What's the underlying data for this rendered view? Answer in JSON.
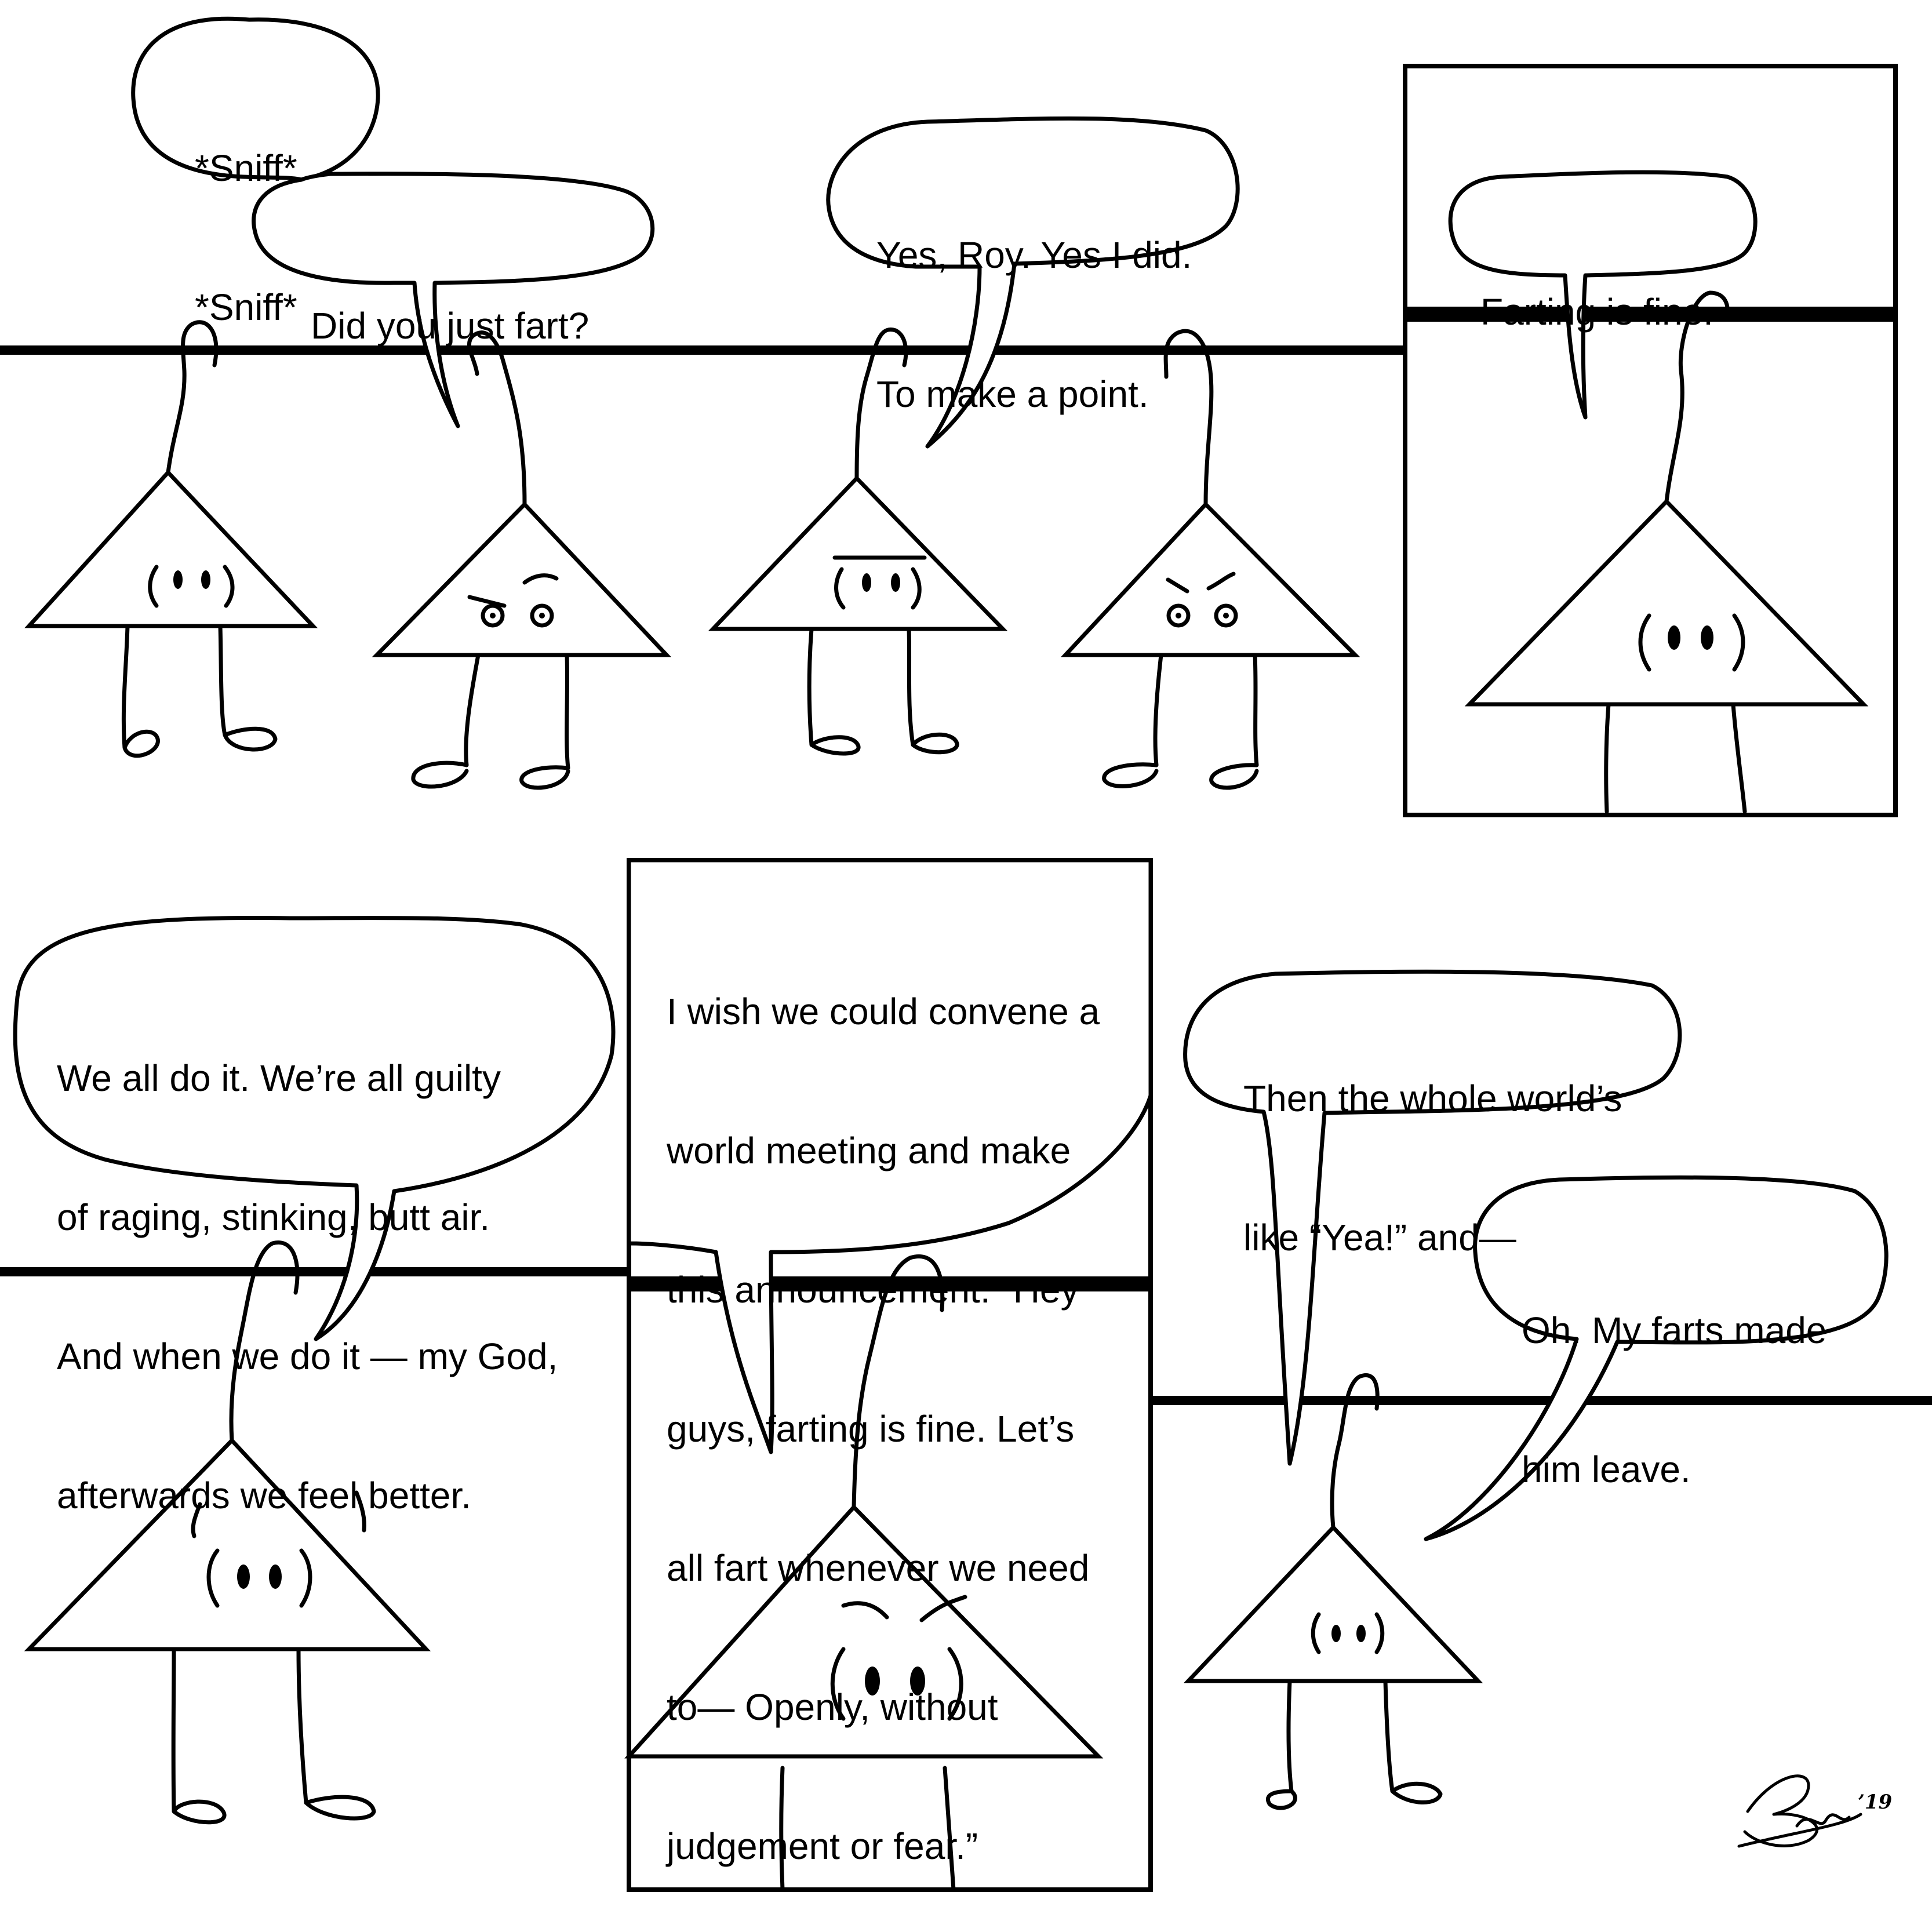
{
  "comic": {
    "panels": [
      {
        "id": "panel-1",
        "bubbles": [
          {
            "name": "sniff-bubble",
            "lines": [
              "*Sniff*",
              "*Sniff*"
            ]
          },
          {
            "name": "did-you-just-fart-bubble",
            "lines": [
              "Did you just fart?"
            ]
          }
        ]
      },
      {
        "id": "panel-2",
        "bubbles": [
          {
            "name": "yes-roy-bubble",
            "lines": [
              "Yes, Roy. Yes I did.",
              "To make a point."
            ]
          }
        ]
      },
      {
        "id": "panel-3",
        "bubbles": [
          {
            "name": "farting-is-fine-bubble",
            "lines": [
              "Farting is fine."
            ]
          }
        ]
      },
      {
        "id": "panel-4",
        "bubbles": [
          {
            "name": "we-all-do-it-bubble",
            "lines": [
              "We all do it. We’re all guilty",
              "of raging, stinking, butt air.",
              "And when we do it — my God,",
              "afterwards we feel better."
            ]
          }
        ]
      },
      {
        "id": "panel-5",
        "bubbles": [
          {
            "name": "world-meeting-bubble",
            "lines": [
              "I wish we could convene a",
              "world meeting and make",
              "this announcement: “Hey",
              "guys, farting is fine. Let’s",
              "all fart whenever we need",
              "to— Openly, without",
              "judgement or fear.”"
            ]
          }
        ]
      },
      {
        "id": "panel-6",
        "bubbles": [
          {
            "name": "whole-world-bubble",
            "lines": [
              "Then the whole world’s",
              "like “Yea!” and—"
            ]
          },
          {
            "name": "farts-made-him-leave-bubble",
            "lines": [
              "Oh. My farts made",
              "him leave."
            ]
          }
        ]
      }
    ],
    "signature": {
      "text": "Bw",
      "year": "’19"
    },
    "colors": {
      "ink": "#000000",
      "paper": "#ffffff"
    }
  }
}
